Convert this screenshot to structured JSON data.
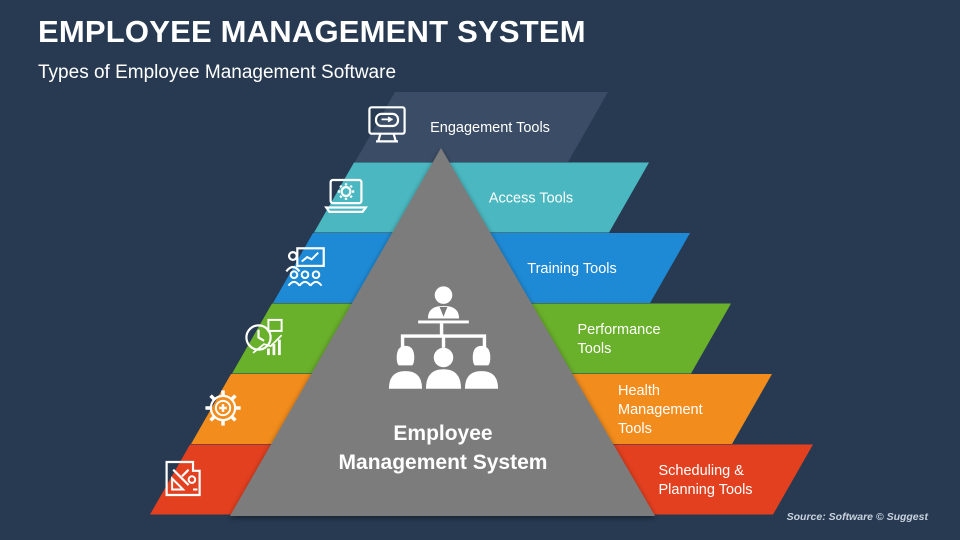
{
  "header": {
    "title": "EMPLOYEE MANAGEMENT SYSTEM",
    "subtitle": "Types of Employee Management Software"
  },
  "pyramid": {
    "center_line1": "Employee",
    "center_line2": "Management System",
    "center_color": "#7b7b7b",
    "bands": [
      {
        "lines": [
          "Engagement Tools"
        ],
        "color": "#3b4d66",
        "icon": "engagement-icon"
      },
      {
        "lines": [
          "Access Tools"
        ],
        "color": "#4bb8c1",
        "icon": "laptop-gear-icon"
      },
      {
        "lines": [
          "Training Tools"
        ],
        "color": "#1e8ad6",
        "icon": "training-icon"
      },
      {
        "lines": [
          "Performance",
          "Tools"
        ],
        "color": "#69b02b",
        "icon": "performance-icon"
      },
      {
        "lines": [
          "Health",
          "Management",
          "Tools"
        ],
        "color": "#f28c1c",
        "icon": "health-gear-icon"
      },
      {
        "lines": [
          "Scheduling &",
          "Planning Tools"
        ],
        "color": "#e3401f",
        "icon": "planning-icon"
      }
    ]
  },
  "footer": {
    "source": "Source: Software © Suggest"
  }
}
